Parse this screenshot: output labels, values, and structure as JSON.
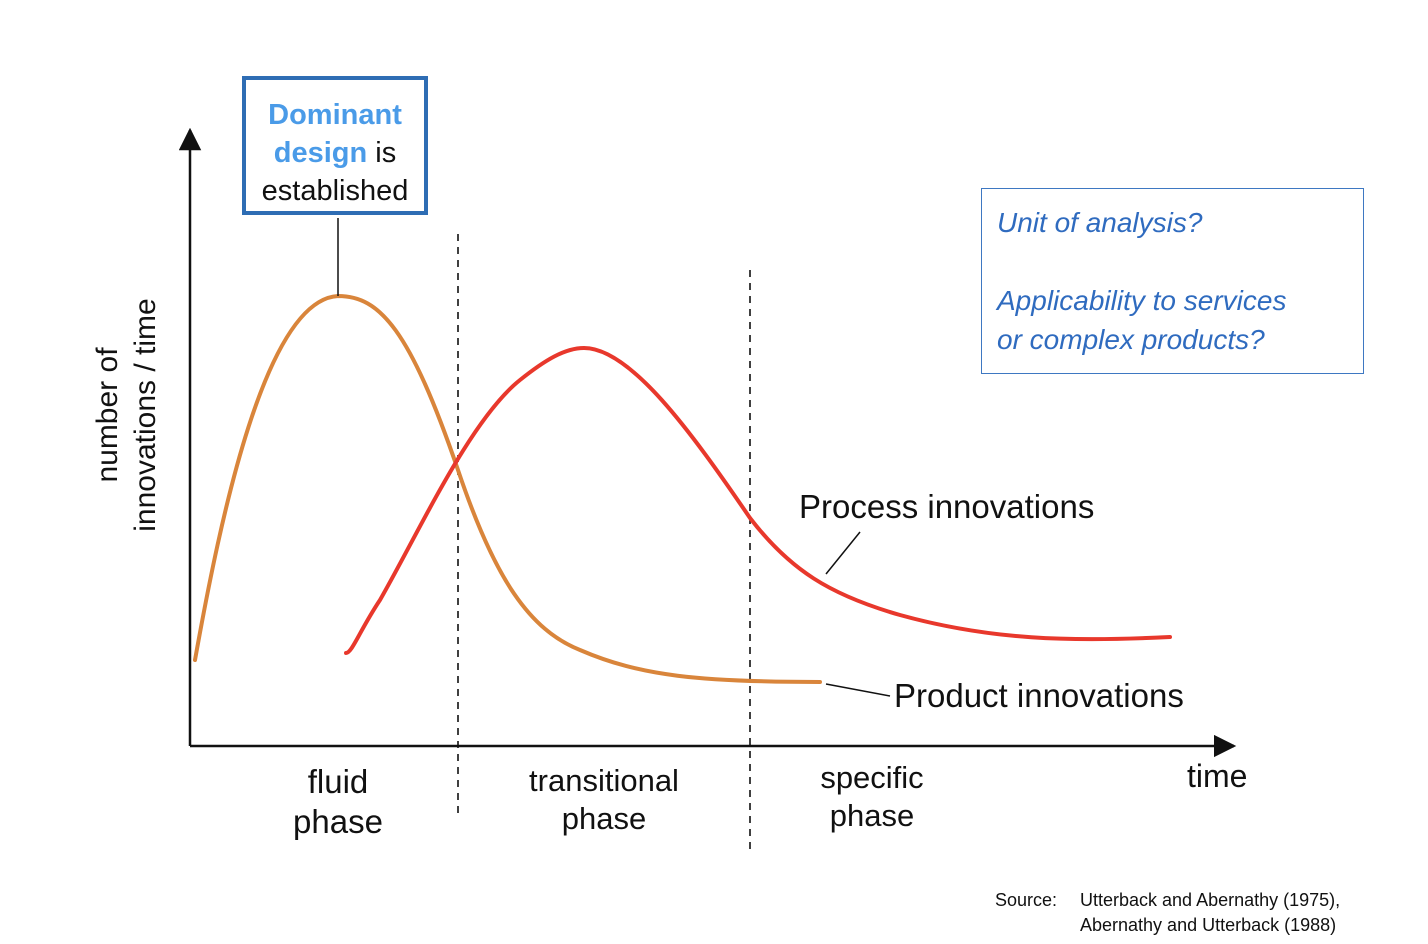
{
  "dominant_design": {
    "highlight": "Dominant design",
    "rest_line1": " is",
    "rest_line2": "established"
  },
  "questions": {
    "q1": "Unit of analysis?",
    "q2_line1": "Applicability to services",
    "q2_line2": "or complex products?"
  },
  "axes": {
    "y_label_line1": "number of",
    "y_label_line2": "innovations / time",
    "x_label": "time"
  },
  "phases": {
    "fluid_l1": "fluid",
    "fluid_l2": "phase",
    "transitional_l1": "transitional",
    "transitional_l2": "phase",
    "specific_l1": "specific",
    "specific_l2": "phase"
  },
  "curves": {
    "process_label": "Process innovations",
    "product_label": "Product innovations",
    "process_color": "#e8382c",
    "product_color": "#d9853b"
  },
  "source": {
    "prefix": "Source:",
    "line1": "Utterback and Abernathy (1975),",
    "line2": "Abernathy and Utterback (1988)"
  }
}
